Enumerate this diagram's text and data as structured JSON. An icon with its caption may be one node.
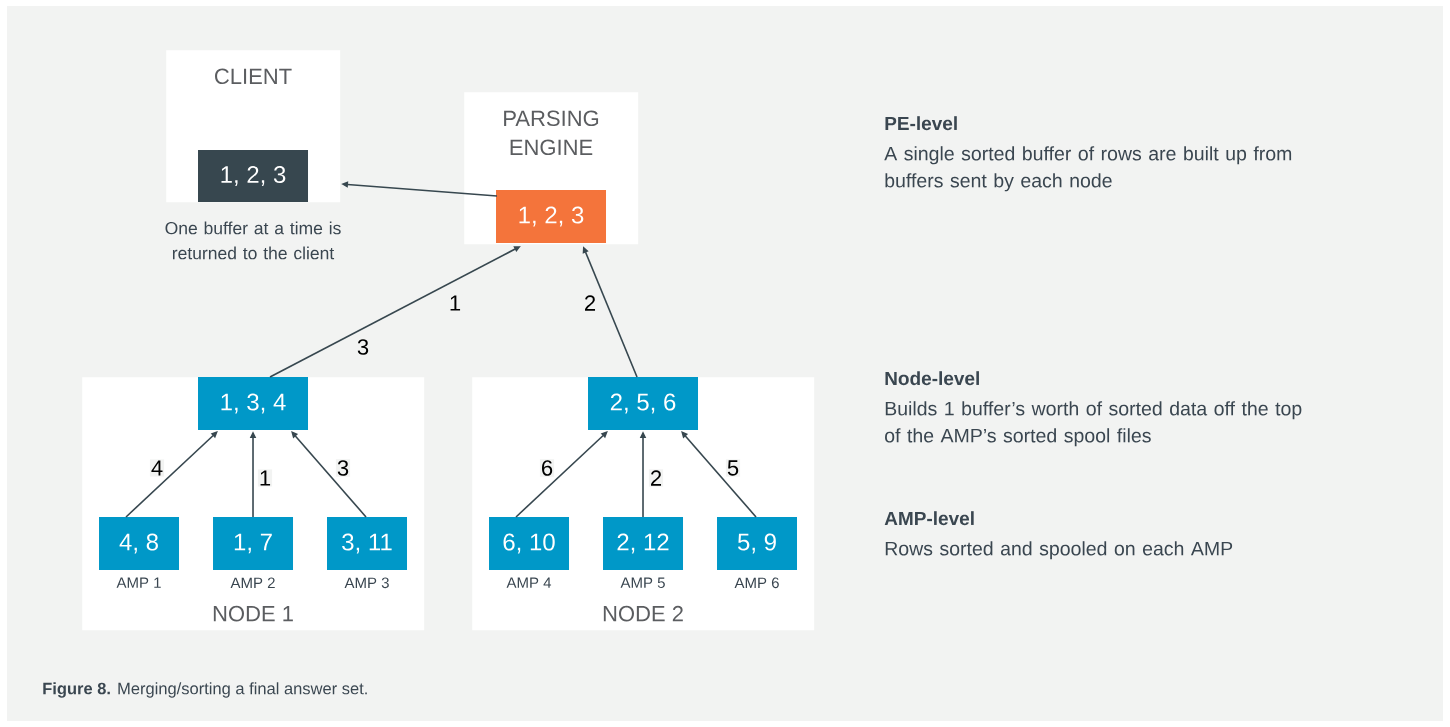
{
  "diagram": {
    "caption": "**Figure 8.** Merging/sorting a final answer set.",
    "nodes": [
      {
        "text": [
          "CLIENT"
        ],
        "beside": [
          "One buffer at a time is returned to the client"
        ]
      },
      {
        "text": [
          "1, 2, 3"
        ],
        "in": 0
      },
      {
        "text": [
          "PARSING ENGINE"
        ]
      },
      {
        "text": [
          "1, 2, 3"
        ],
        "in": 2
      },
      {
        "text": [
          "NODE 1"
        ]
      },
      {
        "text": [
          "1, 3, 4"
        ],
        "in": 4
      },
      {
        "text": [
          "4, 8"
        ],
        "in": 4,
        "beside": [
          "AMP 1"
        ]
      },
      {
        "text": [
          "1, 7"
        ],
        "in": 4,
        "beside": [
          "AMP 2"
        ]
      },
      {
        "text": [
          "3, 11"
        ],
        "in": 4,
        "beside": [
          "AMP 3"
        ]
      },
      {
        "text": [
          "NODE 2"
        ]
      },
      {
        "text": [
          "2, 5, 6"
        ],
        "in": 9
      },
      {
        "text": [
          "6, 10"
        ],
        "in": 9,
        "beside": [
          "AMP 4"
        ]
      },
      {
        "text": [
          "2, 12"
        ],
        "in": 9,
        "beside": [
          "AMP 5"
        ]
      },
      {
        "text": [
          "5, 9"
        ],
        "in": 9,
        "beside": [
          "AMP 6"
        ]
      }
    ],
    "edges": [
      {
        "from": 3,
        "to": 1,
        "arrow": "to"
      },
      {
        "from": 5,
        "to": 3,
        "arrow": "to",
        "label": "1"
      },
      {
        "from": 10,
        "to": 3,
        "arrow": "to",
        "label": "2"
      },
      {
        "from": 6,
        "to": 5,
        "arrow": "to",
        "label": "4"
      },
      {
        "from": 7,
        "to": 5,
        "arrow": "to",
        "label": "1"
      },
      {
        "from": 8,
        "to": 5,
        "arrow": "to",
        "label": "3"
      },
      {
        "from": 11,
        "to": 10,
        "arrow": "to",
        "label": "6"
      },
      {
        "from": 12,
        "to": 10,
        "arrow": "to",
        "label": "2"
      },
      {
        "from": 13,
        "to": 10,
        "arrow": "to",
        "label": "5"
      }
    ],
    "labels": [
      "3",
      "PE-level",
      "A single sorted buffer of rows are built up from buffers sent by each node",
      "Node-level",
      "Builds 1 buffer’s worth of sorted data off the top of the AMP’s sorted spool files",
      "AMP-level",
      "Rows sorted and spooled on each AMP"
    ]
  }
}
